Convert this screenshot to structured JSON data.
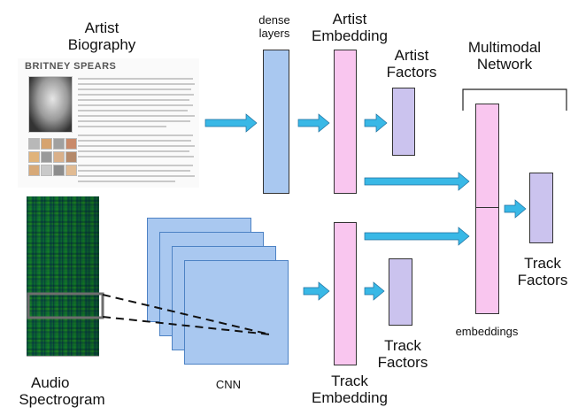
{
  "labels": {
    "artist_biography_l1": "Artist",
    "artist_biography_l2": "Biography",
    "dense_layers_l1": "dense",
    "dense_layers_l2": "layers",
    "artist_embedding_l1": "Artist",
    "artist_embedding_l2": "Embedding",
    "artist_factors_l1": "Artist",
    "artist_factors_l2": "Factors",
    "multimodal_l1": "Multimodal",
    "multimodal_l2": "Network",
    "audio_spectrogram_l1": "Audio",
    "audio_spectrogram_l2": "Spectrogram",
    "cnn": "CNN",
    "track_embedding_l1": "Track",
    "track_embedding_l2": "Embedding",
    "track_factors_mid_l1": "Track",
    "track_factors_mid_l2": "Factors",
    "track_factors_right_l1": "Track",
    "track_factors_right_l2": "Factors",
    "embeddings": "embeddings"
  },
  "artist_doc": {
    "heading": "BRITNEY SPEARS"
  },
  "colors": {
    "dense": "#a9c8f0",
    "embedding": "#f9c6ef",
    "factors": "#cbc3ee",
    "arrow": "#39b8e6",
    "cnn_card": "#a9c8f0"
  }
}
